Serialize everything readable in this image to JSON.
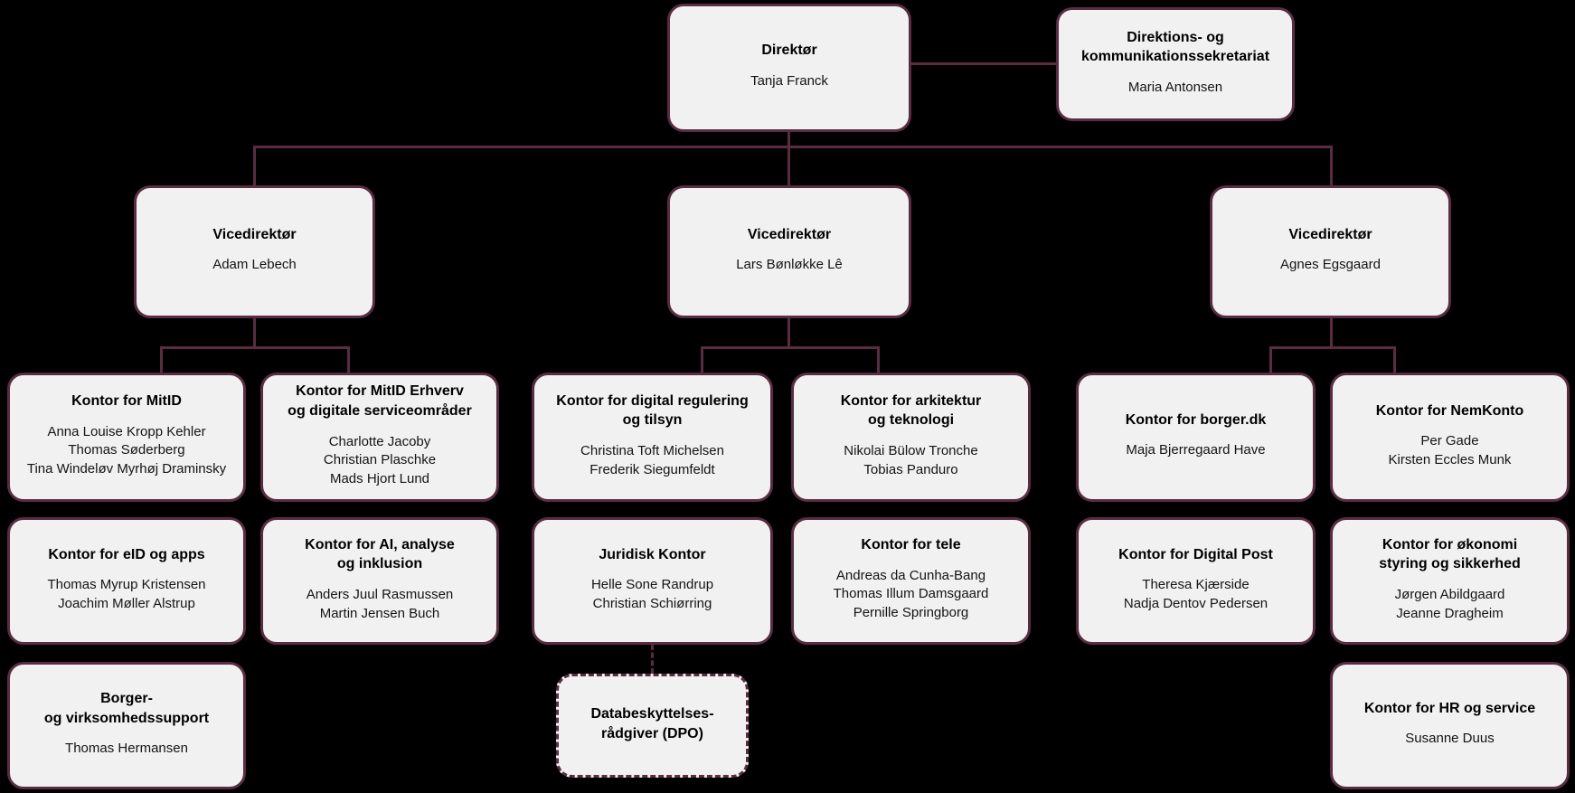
{
  "colors": {
    "background": "#000000",
    "box_fill": "#f2f1f1",
    "box_border": "#592c42",
    "connector": "#592c42",
    "text": "#141414"
  },
  "nodes": {
    "direktor": {
      "title_lines": [
        "Direktør"
      ],
      "names": [
        "Tanja Franck"
      ]
    },
    "sekretariat": {
      "title_lines": [
        "Direktions- og",
        "kommunikationssekretariat"
      ],
      "names": [
        "Maria Antonsen"
      ]
    },
    "vice_left": {
      "title_lines": [
        "Vicedirektør"
      ],
      "names": [
        "Adam Lebech"
      ]
    },
    "vice_mid": {
      "title_lines": [
        "Vicedirektør"
      ],
      "names": [
        "Lars Bønløkke Lê"
      ]
    },
    "vice_right": {
      "title_lines": [
        "Vicedirektør"
      ],
      "names": [
        "Agnes Egsgaard"
      ]
    },
    "mitid": {
      "title_lines": [
        "Kontor for MitID"
      ],
      "names": [
        "Anna Louise Kropp Kehler",
        "Thomas Søderberg",
        "Tina Windeløv Myrhøj Draminsky"
      ]
    },
    "mitid_erhverv": {
      "title_lines": [
        "Kontor for MitID Erhverv",
        "og digitale serviceområder"
      ],
      "names": [
        "Charlotte Jacoby",
        "Christian Plaschke",
        "Mads Hjort Lund"
      ]
    },
    "digital_regulering": {
      "title_lines": [
        "Kontor for digital regulering",
        "og tilsyn"
      ],
      "names": [
        "Christina Toft Michelsen",
        "Frederik Siegumfeldt"
      ]
    },
    "arkitektur": {
      "title_lines": [
        "Kontor for arkitektur",
        "og teknologi"
      ],
      "names": [
        "Nikolai Bülow Tronche",
        "Tobias Panduro"
      ]
    },
    "borgerdk": {
      "title_lines": [
        "Kontor for borger.dk"
      ],
      "names": [
        "Maja Bjerregaard Have"
      ]
    },
    "nemkonto": {
      "title_lines": [
        "Kontor for NemKonto"
      ],
      "names": [
        "Per Gade",
        "Kirsten Eccles Munk"
      ]
    },
    "eid_apps": {
      "title_lines": [
        "Kontor for eID og apps"
      ],
      "names": [
        "Thomas Myrup Kristensen",
        "Joachim Møller Alstrup"
      ]
    },
    "ai_analyse": {
      "title_lines": [
        "Kontor for AI, analyse",
        "og inklusion"
      ],
      "names": [
        "Anders Juul Rasmussen",
        "Martin Jensen Buch"
      ]
    },
    "juridisk": {
      "title_lines": [
        "Juridisk Kontor"
      ],
      "names": [
        "Helle Sone Randrup",
        "Christian Schiørring"
      ]
    },
    "tele": {
      "title_lines": [
        "Kontor for tele"
      ],
      "names": [
        "Andreas da Cunha-Bang",
        "Thomas Illum Damsgaard",
        "Pernille Springborg"
      ]
    },
    "digital_post": {
      "title_lines": [
        "Kontor for Digital Post"
      ],
      "names": [
        "Theresa Kjærside",
        "Nadja Dentov Pedersen"
      ]
    },
    "okonomi": {
      "title_lines": [
        "Kontor for økonomi",
        "styring og sikkerhed"
      ],
      "names": [
        "Jørgen Abildgaard",
        "Jeanne Dragheim"
      ]
    },
    "borger_support": {
      "title_lines": [
        "Borger-",
        "og virksomhedssupport"
      ],
      "names": [
        "Thomas Hermansen"
      ]
    },
    "dpo": {
      "title_lines": [
        "Databeskyttelses-",
        "rådgiver (DPO)"
      ],
      "names": []
    },
    "hr_service": {
      "title_lines": [
        "Kontor for HR og service"
      ],
      "names": [
        "Susanne Duus"
      ]
    }
  }
}
